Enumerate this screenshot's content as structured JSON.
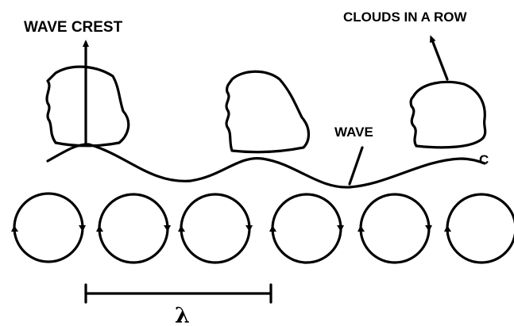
{
  "labels": {
    "wave_crest": "WAVE  CREST",
    "clouds_in_a_row": "CLOUDS IN A ROW",
    "wave": "WAVE",
    "c": "C",
    "lambda": "λ"
  },
  "icons": {
    "circulation_cell": "circulation-cell-icon",
    "cloud": "cloud-icon",
    "arrow": "arrow-icon"
  },
  "colors": {
    "ink": "#000000",
    "background": "#ffffff"
  }
}
